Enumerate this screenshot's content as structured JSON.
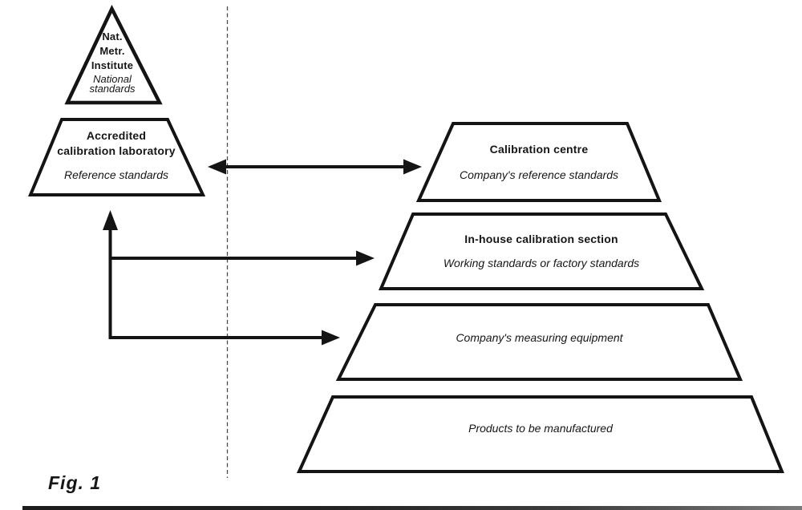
{
  "figure": {
    "caption": "Fig. 1"
  },
  "colors": {
    "ink": "#141414",
    "background": "#ffffff",
    "dashed_line": "#4a4a4a"
  },
  "national_level": {
    "nmi": {
      "title_line1": "Nat.",
      "title_line2": "Metr.",
      "title_line3": "Institute",
      "subtitle_line1": "National",
      "subtitle_line2": "standards"
    },
    "accredited_lab": {
      "title_line1": "Accredited",
      "title_line2": "calibration laboratory",
      "subtitle": "Reference standards"
    }
  },
  "company_levels": {
    "calibration_centre": {
      "title": "Calibration centre",
      "subtitle": "Company's reference standards"
    },
    "in_house": {
      "title": "In-house calibration section",
      "subtitle": "Working standards or factory standards"
    },
    "measuring_equipment": {
      "subtitle": "Company's measuring equipment"
    },
    "products": {
      "subtitle": "Products to be manufactured"
    }
  }
}
